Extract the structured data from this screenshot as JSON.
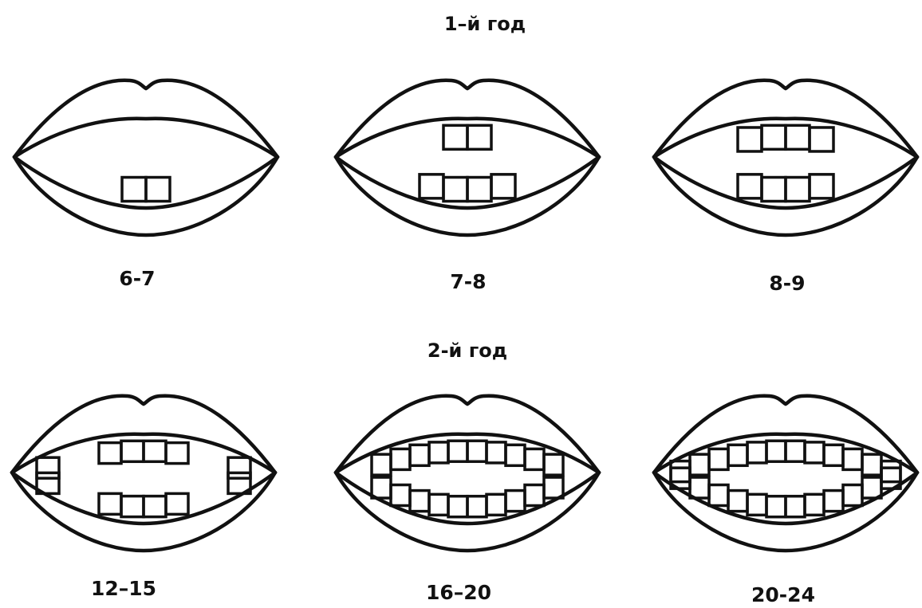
{
  "sections": [
    {
      "heading": "1–й год",
      "stages": [
        {
          "label": "6-7",
          "upper_teeth": 0,
          "lower_teeth": 2
        },
        {
          "label": "7-8",
          "upper_teeth": 2,
          "lower_teeth": 4
        },
        {
          "label": "8-9",
          "upper_teeth": 4,
          "lower_teeth": 4
        }
      ]
    },
    {
      "heading": "2-й год",
      "stages": [
        {
          "label": "12–15",
          "upper_teeth": 6,
          "lower_teeth": 6
        },
        {
          "label": "16–20",
          "upper_teeth": 10,
          "lower_teeth": 10
        },
        {
          "label": "20-24",
          "upper_teeth": 12,
          "lower_teeth": 12
        }
      ]
    }
  ],
  "colors": {
    "line": "#111111",
    "background": "#ffffff"
  }
}
